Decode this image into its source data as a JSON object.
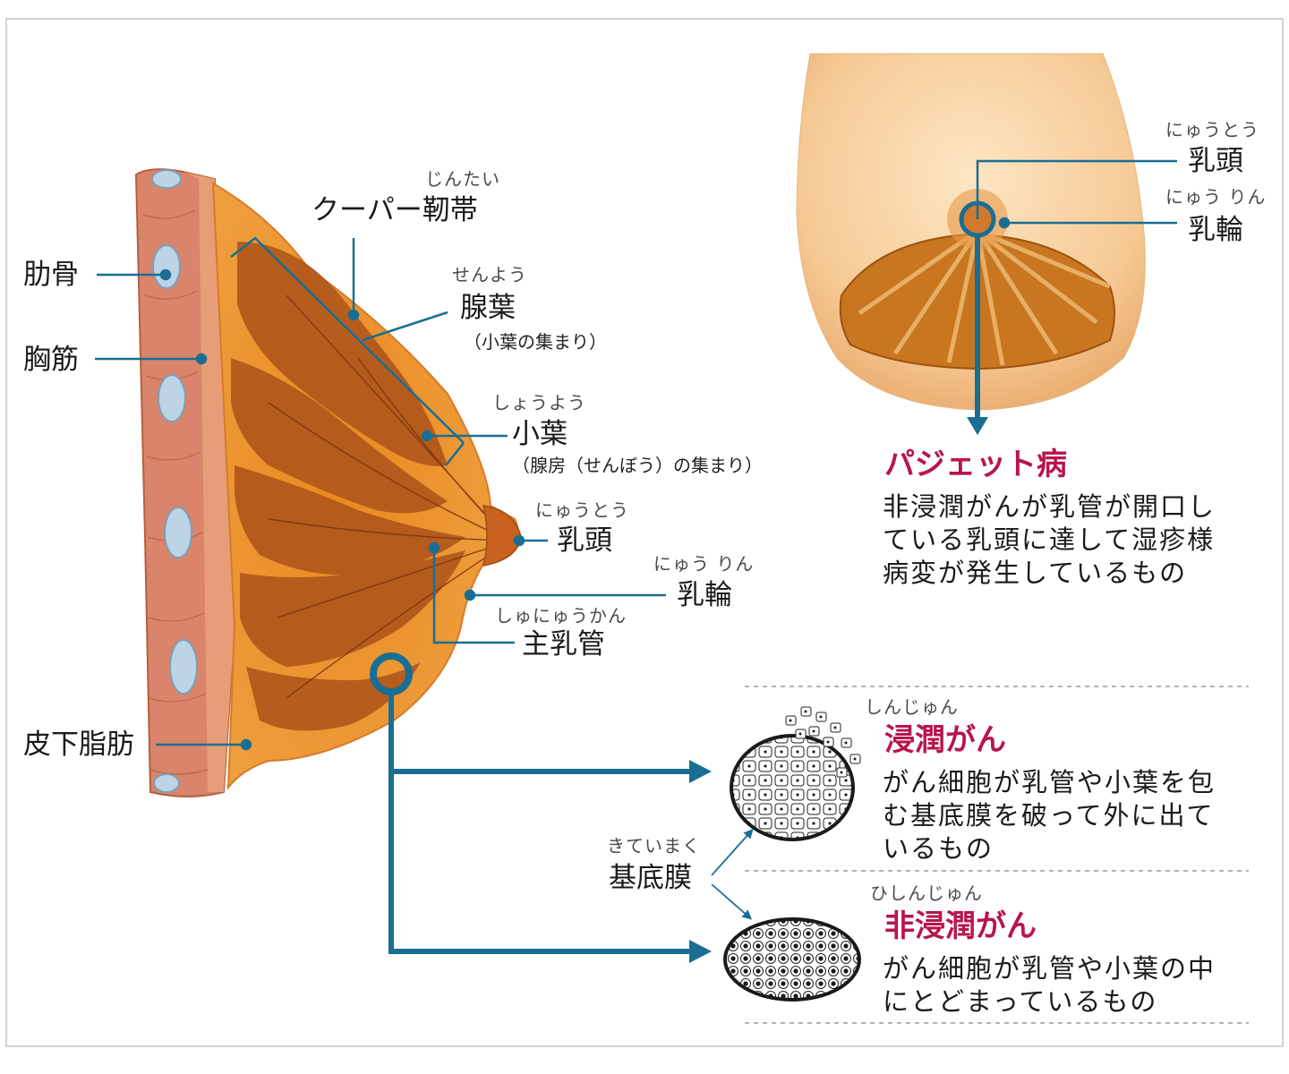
{
  "colors": {
    "leader": "#1a6e93",
    "accent": "#b8154a",
    "tissue": "#e8891f",
    "gland": "#b35a1c",
    "skin": "#fbe2c0"
  },
  "left_labels": {
    "rib": "肋骨",
    "pectoral": "胸筋",
    "fat": "皮下脂肪"
  },
  "cooper": {
    "ruby": "じんたい",
    "label": "クーパー靭帯"
  },
  "gland_lobe": {
    "ruby": "せんよう",
    "label": "腺葉",
    "note": "（小葉の集まり）"
  },
  "lobule": {
    "ruby": "しょうよう",
    "label": "小葉",
    "note": "（腺房（せんぼう）の集まり）"
  },
  "nipple_side": {
    "ruby": "にゅうとう",
    "label": "乳頭"
  },
  "areola_side": {
    "ruby": "にゅう りん",
    "label": "乳輪"
  },
  "duct": {
    "ruby": "しゅにゅうかん",
    "label": "主乳管"
  },
  "nipple_front": {
    "ruby": "にゅうとう",
    "label": "乳頭"
  },
  "areola_front": {
    "ruby": "にゅう りん",
    "label": "乳輪"
  },
  "paget": {
    "title": "パジェット病",
    "lines": [
      "非浸潤がんが乳管が開口し",
      "ている乳頭に達して湿疹様",
      "病変が発生しているもの"
    ]
  },
  "invasive": {
    "ruby": "しんじゅん",
    "title": "浸潤がん",
    "lines": [
      "がん細胞が乳管や小葉を包",
      "む基底膜を破って外に出て",
      "いるもの"
    ]
  },
  "basement": {
    "ruby": "きていまく",
    "label": "基底膜"
  },
  "noninvasive": {
    "ruby": "ひしんじゅん",
    "title": "非浸潤がん",
    "lines": [
      "がん細胞が乳管や小葉の中",
      "にとどまっているもの"
    ]
  }
}
